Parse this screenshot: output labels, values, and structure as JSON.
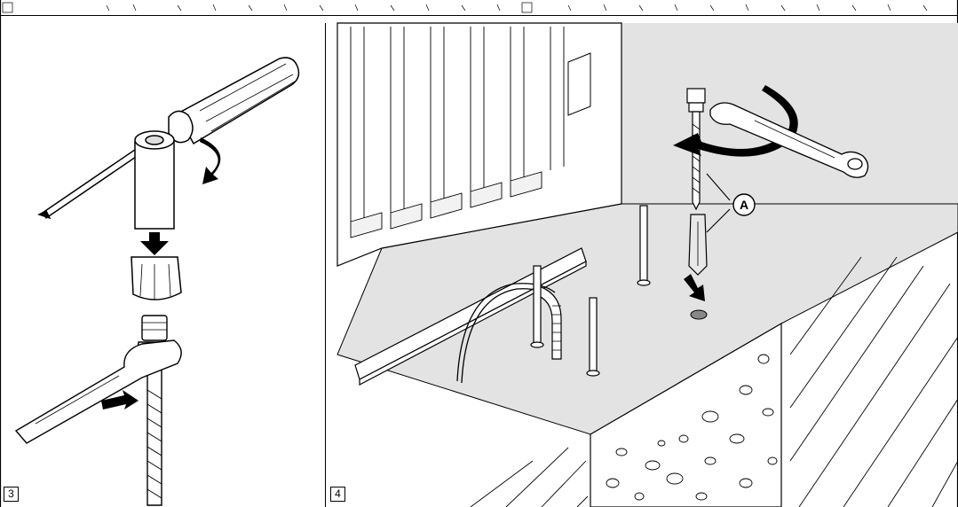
{
  "panels": [
    {
      "label": "3"
    },
    {
      "label": "4"
    }
  ],
  "callouts": {
    "part_marker": "A"
  },
  "colors": {
    "ink": "#000000",
    "ground_gray": "#e3e3e3",
    "gate_panel": "#ffffff",
    "light_fill": "#f2f2f2",
    "background": "#ffffff"
  }
}
